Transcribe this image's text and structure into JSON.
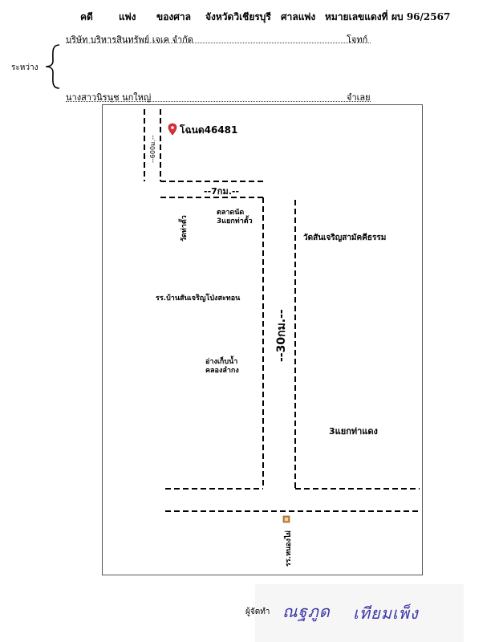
{
  "header": {
    "case_label": "คดี",
    "case_type": "แพ่ง",
    "court_of": "ของศาล",
    "court_name": "จังหวัดวิเชียรบุรี",
    "court_type": "ศาลแพ่ง",
    "red_number_label": "หมายเลขแดงที่",
    "red_number": "ผบ 96/2567"
  },
  "parties": {
    "between_label": "ระหว่าง",
    "plaintiff_name": "บริษัท บริหารสินทรัพย์ เจเค จำกัด",
    "plaintiff_role": "โจทก์",
    "defendant_name": "นางสาวนิรนุช นกใหญ่",
    "defendant_role": "จำเลย"
  },
  "map": {
    "deed_label": "โฉนด46481",
    "dist_600m": "--600ม.--",
    "dist_7km": "--7กม.--",
    "wat_thatuang": "วัดท่าตั้ว",
    "market_line1": "ตลาดนัด",
    "market_line2": "3แยกท่าตั้ว",
    "wat_sancharoen": "วัดสันเจริญสามัคคีธรรม",
    "school_sancharoen": "รร.บ้านสันเจริญโป่งสะทอน",
    "dist_30km": "--30กม.--",
    "reservoir_line1": "อ่างเก็บน้ำ",
    "reservoir_line2": "คลองลำกง",
    "junction_label": "3แยกท่าแดง",
    "school_nongphai": "รร.หนองไผ่"
  },
  "footer": {
    "mapper_label": "ผู้จัดทำ",
    "signature_first": "ณฐภูด",
    "signature_last": "เทียมเพ็ง"
  }
}
